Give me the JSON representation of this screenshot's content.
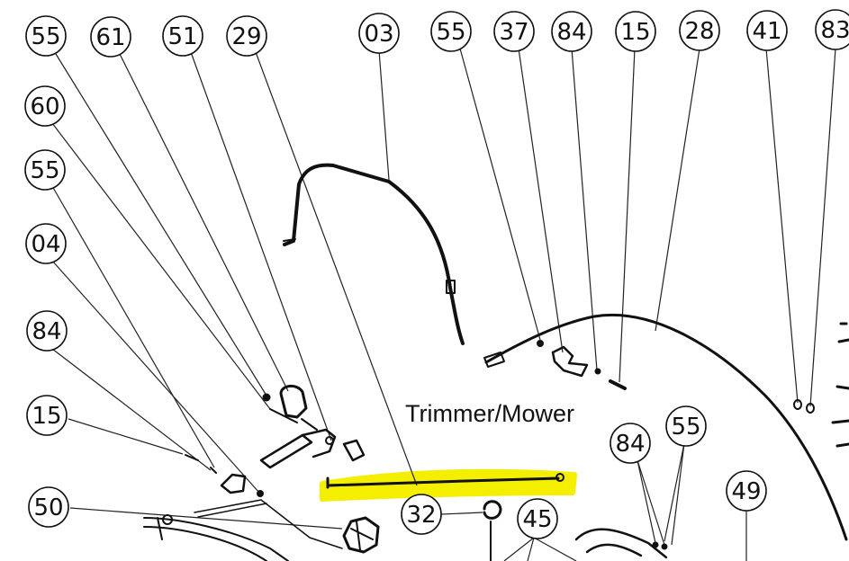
{
  "caption": "Trimmer/Mower",
  "colors": {
    "highlight": "#f4ef00",
    "ink": "#111111",
    "background": "#ffffff"
  },
  "callouts": {
    "c1": "55",
    "c2": "61",
    "c3": "51",
    "c4": "29",
    "c5": "03",
    "c6": "55",
    "c7": "37",
    "c8": "84",
    "c9": "15",
    "c10": "28",
    "c11": "41",
    "c12": "83",
    "c13": "60",
    "c14": "55",
    "c15": "04",
    "c16": "84",
    "c17": "15",
    "c18": "50",
    "c19": "84",
    "c20": "55",
    "c21": "49",
    "c22": "32",
    "c23": "45"
  },
  "highlighted_part": "29"
}
